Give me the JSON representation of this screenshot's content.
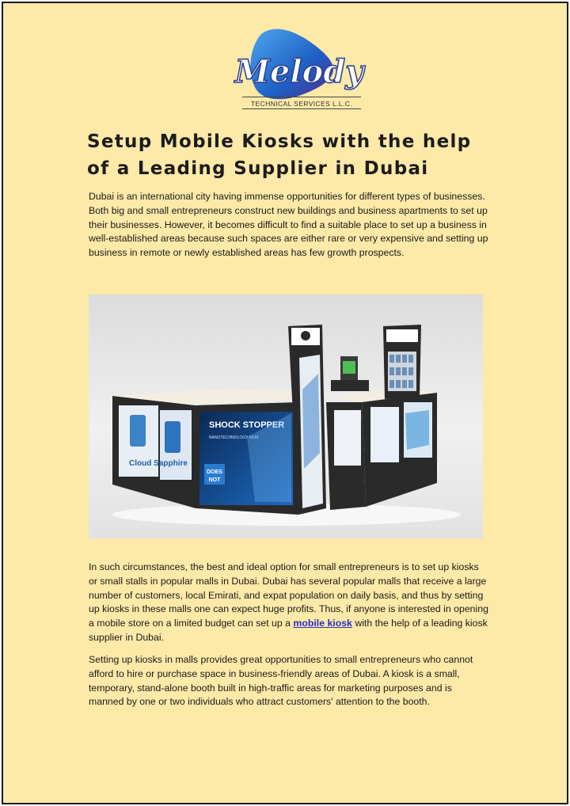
{
  "logo": {
    "brand": "Melody",
    "tagline": "TECHNICAL SERVICES L.L.C."
  },
  "title": "Setup Mobile Kiosks with the help of a Leading Supplier in Dubai",
  "paragraph1": "Dubai is an international city having immense opportunities for different types of businesses. Both big and small entrepreneurs construct new buildings and business apartments to set up their businesses. However, it becomes difficult to find a suitable place to set up a business in well-established areas because such spaces are either rare or very expensive and setting up business in remote or newly established areas has few growth prospects.",
  "paragraph2": {
    "before_link": "In such circumstances, the best and ideal option for small entrepreneurs is to set up kiosks or small stalls in popular malls in Dubai. Dubai has several popular malls that receive a large number of customers, local Emirati, and expat population on daily basis, and thus by setting up kiosks in these malls one can expect huge profits. Thus, if anyone is interested in opening a mobile store on a limited budget can set up a ",
    "link_text": "mobile kiosk",
    "after_link": " with the help of a leading kiosk supplier in Dubai."
  },
  "paragraph3": "Setting up kiosks in malls provides great opportunities to small entrepreneurs who cannot afford to hire or purchase space in business-friendly areas of Dubai. A kiosk is a small, temporary, stand-alone booth built in high-traffic areas for marketing purposes and is manned by one or two individuals who attract customers' attention to the booth.",
  "kiosk_image": {
    "panel_left_text": "Cloud Sapphire",
    "panel_center_title": "SHOCK STOPPER",
    "panel_center_sub": "NANOTECHNOLOGY FILM",
    "panel_center_badge_1": "DOES",
    "panel_center_badge_2": "NOT"
  },
  "colors": {
    "page_bg": "#fde9a8",
    "link": "#2630c4",
    "logo_blue": "#1f6fd0"
  }
}
